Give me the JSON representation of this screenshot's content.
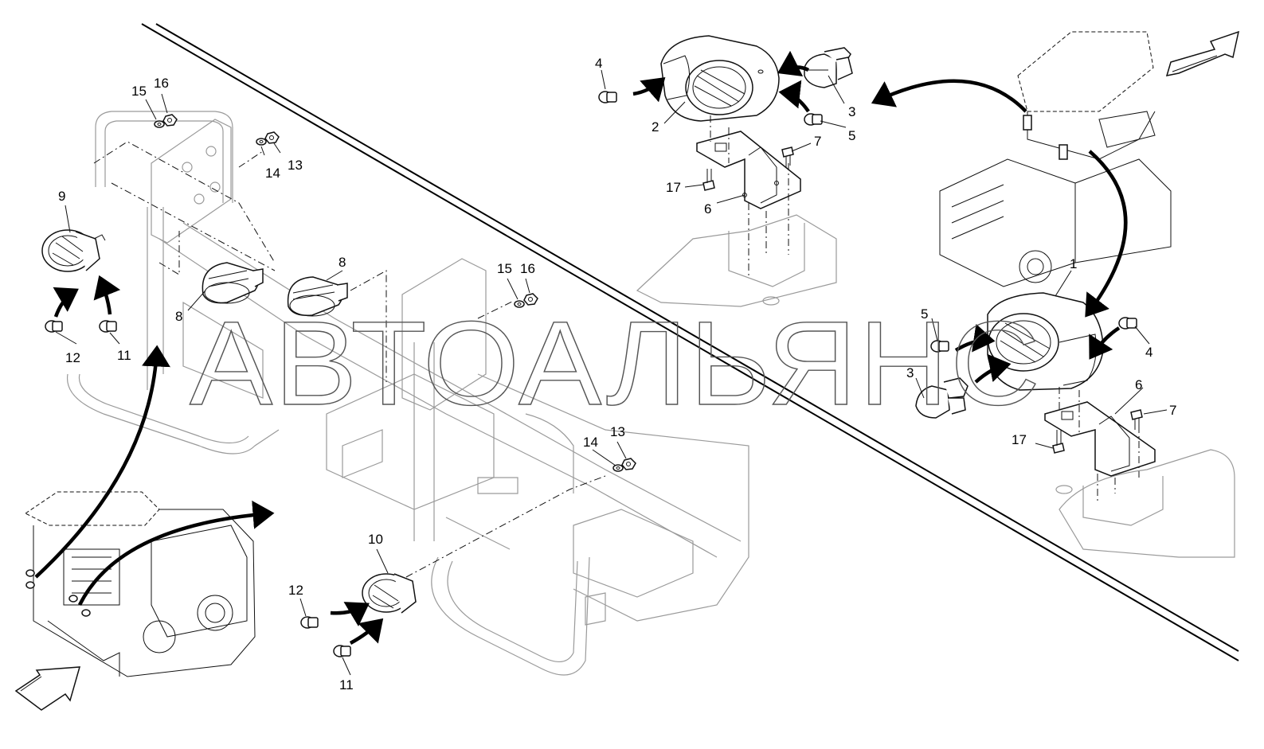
{
  "watermark": "АВТОАЛЬЯНС",
  "colors": {
    "line": "#111111",
    "ghost": "#9a9a9a",
    "background": "#ffffff"
  },
  "icons": [
    "headlight-icon",
    "work-light-icon",
    "bulb-icon",
    "bolt-icon",
    "nut-icon",
    "washer-icon",
    "bracket-icon",
    "view-arrow-icon"
  ],
  "callouts": {
    "c1": "1",
    "c2": "2",
    "c3a": "3",
    "c3b": "3",
    "c4a": "4",
    "c4b": "4",
    "c5a": "5",
    "c5b": "5",
    "c6a": "6",
    "c6b": "6",
    "c7a": "7",
    "c7b": "7",
    "c8a": "8",
    "c8b": "8",
    "c9": "9",
    "c10": "10",
    "c11a": "11",
    "c11b": "11",
    "c12a": "12",
    "c12b": "12",
    "c13a": "13",
    "c13b": "13",
    "c14a": "14",
    "c14b": "14",
    "c15a": "15",
    "c15b": "15",
    "c16a": "16",
    "c16b": "16",
    "c17a": "17",
    "c17b": "17"
  }
}
